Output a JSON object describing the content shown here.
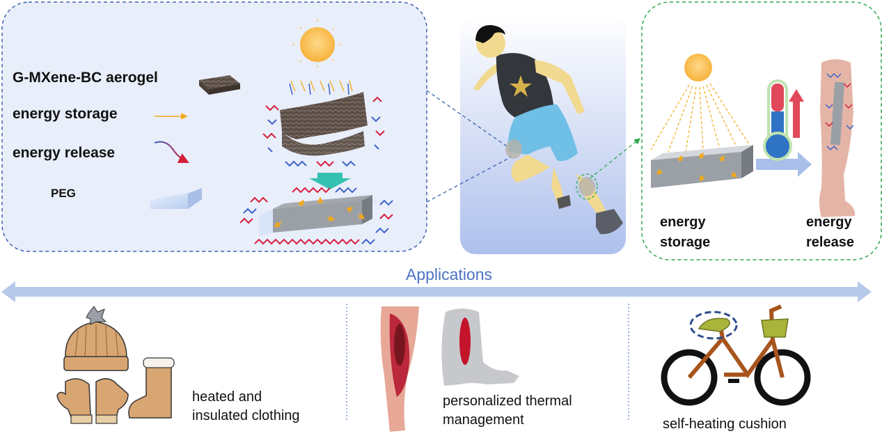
{
  "legend": {
    "aerogel": "G-MXene-BC aerogel",
    "storage": "energy storage",
    "release": "energy release",
    "peg": "PEG"
  },
  "right_panel": {
    "storage_line1": "energy",
    "storage_line2": "storage",
    "release_line1": "energy",
    "release_line2": "release"
  },
  "applications": {
    "title": "Applications",
    "clothing_line1": "heated and",
    "clothing_line2": "insulated clothing",
    "thermal_line1": "personalized thermal",
    "thermal_line2": "management",
    "cushion": "self-heating cushion"
  },
  "colors": {
    "left_panel_border": "#3a63b0",
    "left_panel_fill": "#e9eefb",
    "right_panel_border": "#2fa84f",
    "applications_arrow": "#b7c9ea",
    "applications_text": "#4a72c4",
    "storage_arrow": "#f3a81b",
    "release_arrow_start": "#3c64c8",
    "release_arrow_end": "#d61f3a"
  },
  "icons": [
    "sun-icon",
    "aerogel-block-icon",
    "peg-block-icon",
    "runner-figure",
    "thermometer-icon",
    "leg-icon",
    "winter-hat-icon",
    "mittens-icon",
    "boot-icon",
    "bicycle-icon",
    "arm-icon"
  ]
}
